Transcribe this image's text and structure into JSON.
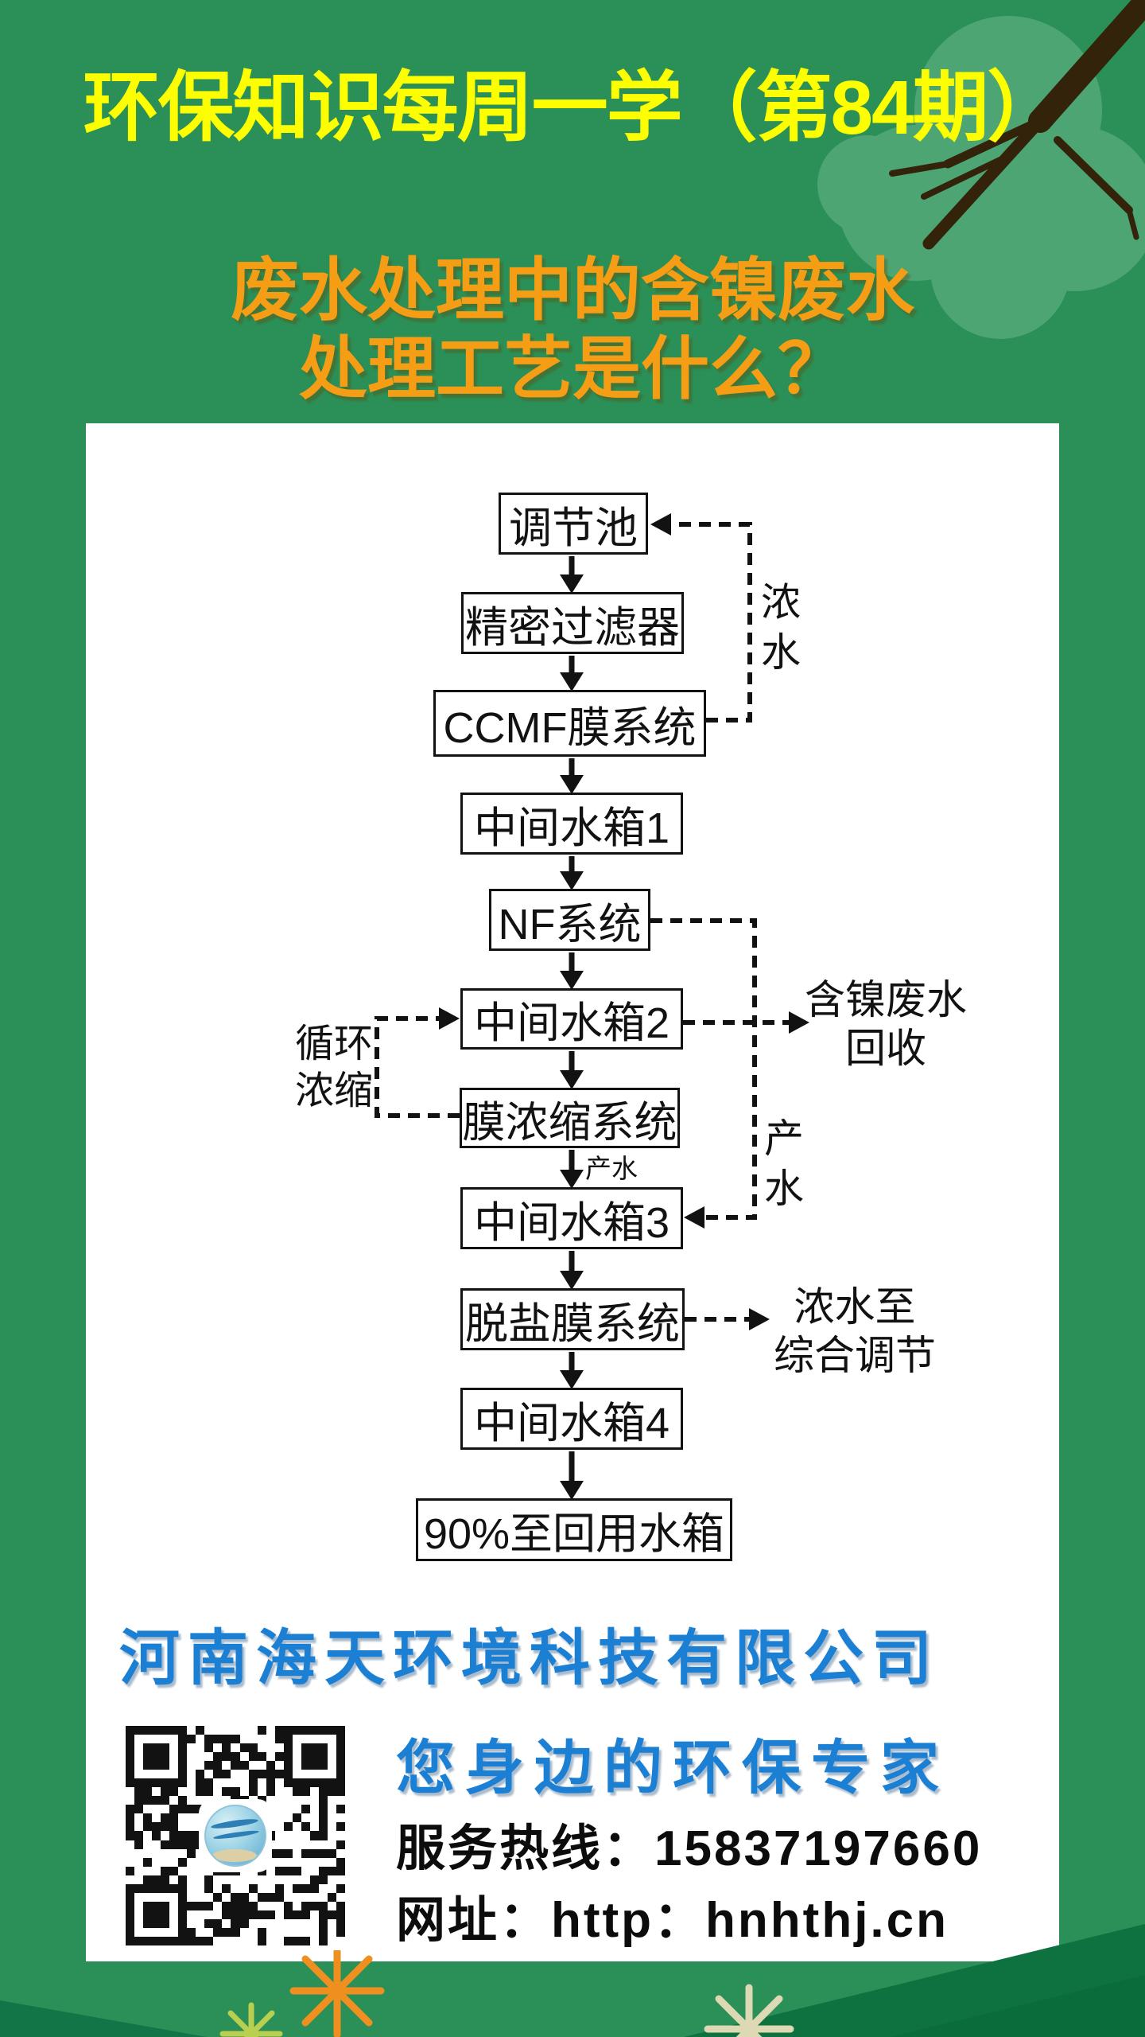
{
  "poster": {
    "title": "环保知识每周一学（第84期）",
    "subtitle_line1": "废水处理中的含镍废水",
    "subtitle_line2": "处理工艺是什么？"
  },
  "flowchart": {
    "boxes": [
      {
        "label": "调节池"
      },
      {
        "label": "精密过滤器"
      },
      {
        "label": "CCMF膜系统"
      },
      {
        "label": "中间水箱1"
      },
      {
        "label": "NF系统"
      },
      {
        "label": "中间水箱2"
      },
      {
        "label": "膜浓缩系统"
      },
      {
        "label": "中间水箱3"
      },
      {
        "label": "脱盐膜系统"
      },
      {
        "label": "中间水箱4"
      },
      {
        "label": "90%至回用水箱"
      }
    ],
    "labels": {
      "concentrate_return": "浓水",
      "product_water_vertical": "产水",
      "product_water_small": "产水",
      "recycle_line1": "循环",
      "recycle_line2": "浓缩",
      "nickel_line1": "含镍废水",
      "nickel_line2": "回收",
      "desalt_line1": "浓水至",
      "desalt_line2": "综合调节"
    },
    "flow_sequence": "调节池 → 精密过滤器 → CCMF膜系统 → 中间水箱1 → NF系统 → 中间水箱2 → 膜浓缩系统 → 中间水箱3 → 脱盐膜系统 → 中间水箱4 → 90%至回用水箱",
    "side_flows": [
      "CCMF膜系统 --浓水--> 调节池",
      "NF系统 --产水--> 中间水箱3",
      "中间水箱2 ----> 含镍废水回收",
      "膜浓缩系统 --循环浓缩--> 中间水箱2",
      "膜浓缩系统 --产水--> 中间水箱3",
      "脱盐膜系统 ----> 浓水至综合调节"
    ]
  },
  "footer": {
    "company": "河南海天环境科技有限公司",
    "slogan": "您身边的环保专家",
    "hotline_label": "服务热线：",
    "hotline_number": "15837197660",
    "website_label": "网址：",
    "website_value": "http：hnhthj.cn"
  },
  "colors": {
    "bg-green": "#2a9057",
    "panel-white": "#ffffff",
    "title-yellow": "#fdff00",
    "subtitle-orange": "#f59d15",
    "company-blue": "#1b7fd4",
    "line-black": "#121212",
    "text-black": "#0c0c0c",
    "foliage-green": "#4da573",
    "branch-brown": "#32230a",
    "hill-green": "#0e7140",
    "star-orange": "#ef8f1f",
    "star-pale": "#ddd9b4",
    "star-lime": "#b9cf4f"
  }
}
